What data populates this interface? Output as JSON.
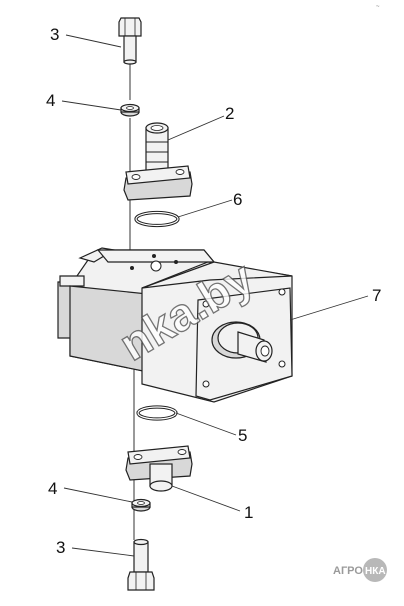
{
  "corner_mark": "~",
  "callouts": {
    "bolt_top": "3",
    "washer_top": "4",
    "fitting": "2",
    "oring_top": "6",
    "pump": "7",
    "oring_bottom": "5",
    "washer_bottom": "4",
    "fitting_bottom": "1",
    "bolt_bottom": "3"
  },
  "watermark": "nka.by",
  "logo": {
    "text": "АГРО",
    "badge": "НКА"
  }
}
